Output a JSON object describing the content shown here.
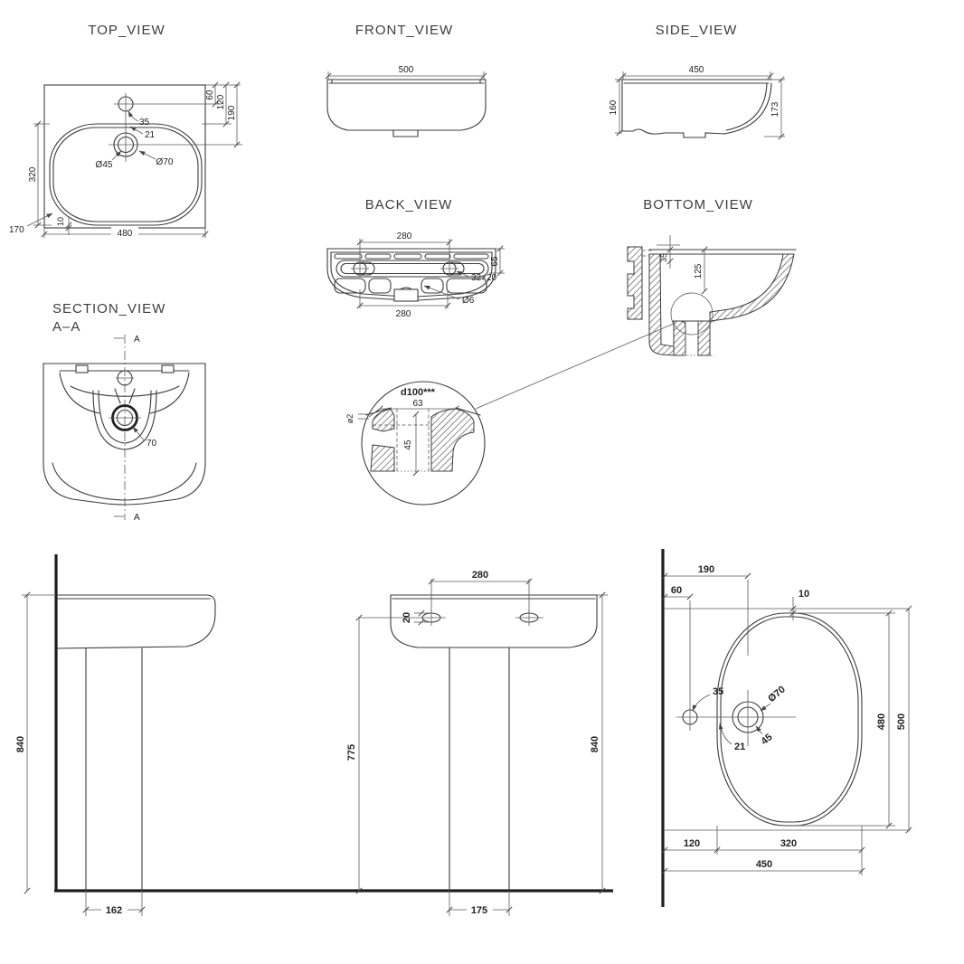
{
  "drawing": {
    "background": "#ffffff",
    "line_color": "#3c3c3c",
    "dim_color": "#5a5a5a",
    "text_color": "#222222"
  },
  "views": {
    "top_view": {
      "title": "TOP_VIEW",
      "dims": {
        "offset_60": "60",
        "offset_120": "120",
        "offset_190": "190",
        "hole_35": "35",
        "dim_21": "21",
        "drain_inner": "Ø45",
        "drain_outer": "Ø70",
        "depth_320": "320",
        "dim_170": "170",
        "gap_10": "10",
        "width_480": "480"
      }
    },
    "front_view": {
      "title": "FRONT_VIEW",
      "dims": {
        "width_500": "500"
      }
    },
    "side_view": {
      "title": "SIDE_VIEW",
      "dims": {
        "depth_450": "450",
        "height_160": "160",
        "height_173": "173"
      }
    },
    "back_view": {
      "title": "BACK_VIEW",
      "dims": {
        "holes_280": "280",
        "height_65": "65",
        "slot_32x20": "32×20",
        "hole_6": "Ø6",
        "bottom_280": "280"
      }
    },
    "bottom_view": {
      "title": "BOTTOM_VIEW",
      "dims": {
        "dim_35": "35",
        "dim_125": "125"
      }
    },
    "section_view": {
      "title": "SECTION_VIEW",
      "subtitle": "A–A",
      "marker_top": "A",
      "marker_bottom": "A",
      "dims": {
        "drain_70": "70"
      }
    },
    "detail_view": {
      "label": "d100***",
      "dims": {
        "width_63": "63",
        "depth_45": "45",
        "lip_2": "ø2"
      }
    },
    "side_install": {
      "dims": {
        "height_840": "840",
        "pedestal_162": "162"
      }
    },
    "front_install": {
      "dims": {
        "holes_280": "280",
        "slot_20": "20",
        "height_775": "775",
        "height_840": "840",
        "pedestal_175": "175"
      }
    },
    "plan_view": {
      "dims": {
        "drain_190": "190",
        "tap_60": "60",
        "gap_10": "10",
        "hole_35": "35",
        "drain_70": "Ø70",
        "drain_45": "45",
        "dim_21": "21",
        "width_480": "480",
        "width_500": "500",
        "wall_120": "120",
        "depth_320": "320",
        "depth_450": "450"
      }
    }
  }
}
